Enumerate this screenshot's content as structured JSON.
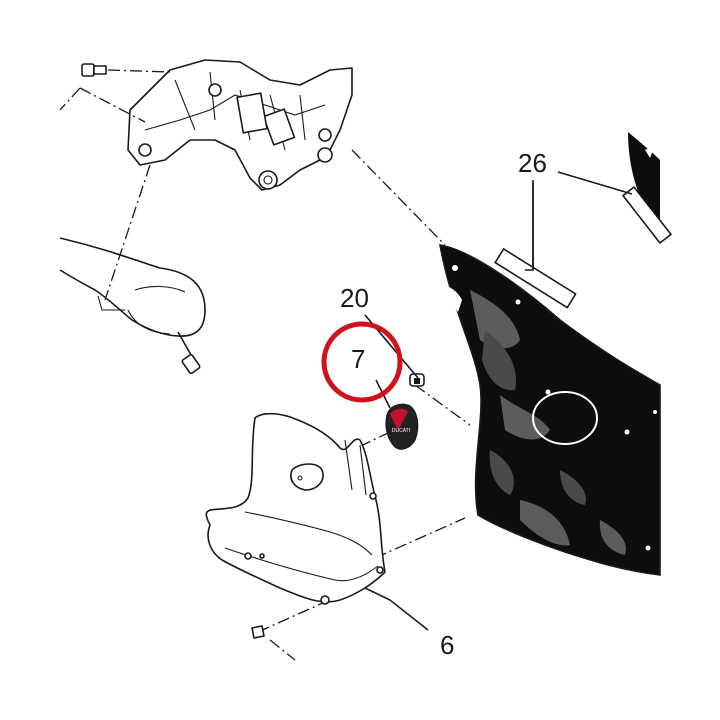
{
  "callouts": [
    {
      "id": "26",
      "label": "26"
    },
    {
      "id": "20",
      "label": "20"
    },
    {
      "id": "7",
      "label": "7"
    },
    {
      "id": "6",
      "label": "6"
    }
  ],
  "highlight": {
    "target": "7",
    "color": "#d0121b"
  },
  "colors": {
    "line": "#1a1a1a",
    "fairing": "#0d0d0d",
    "camo": "#5c5c5c",
    "background": "#ffffff"
  },
  "badge": {
    "logo_text": "DUCATI",
    "color": "#c8102e"
  }
}
